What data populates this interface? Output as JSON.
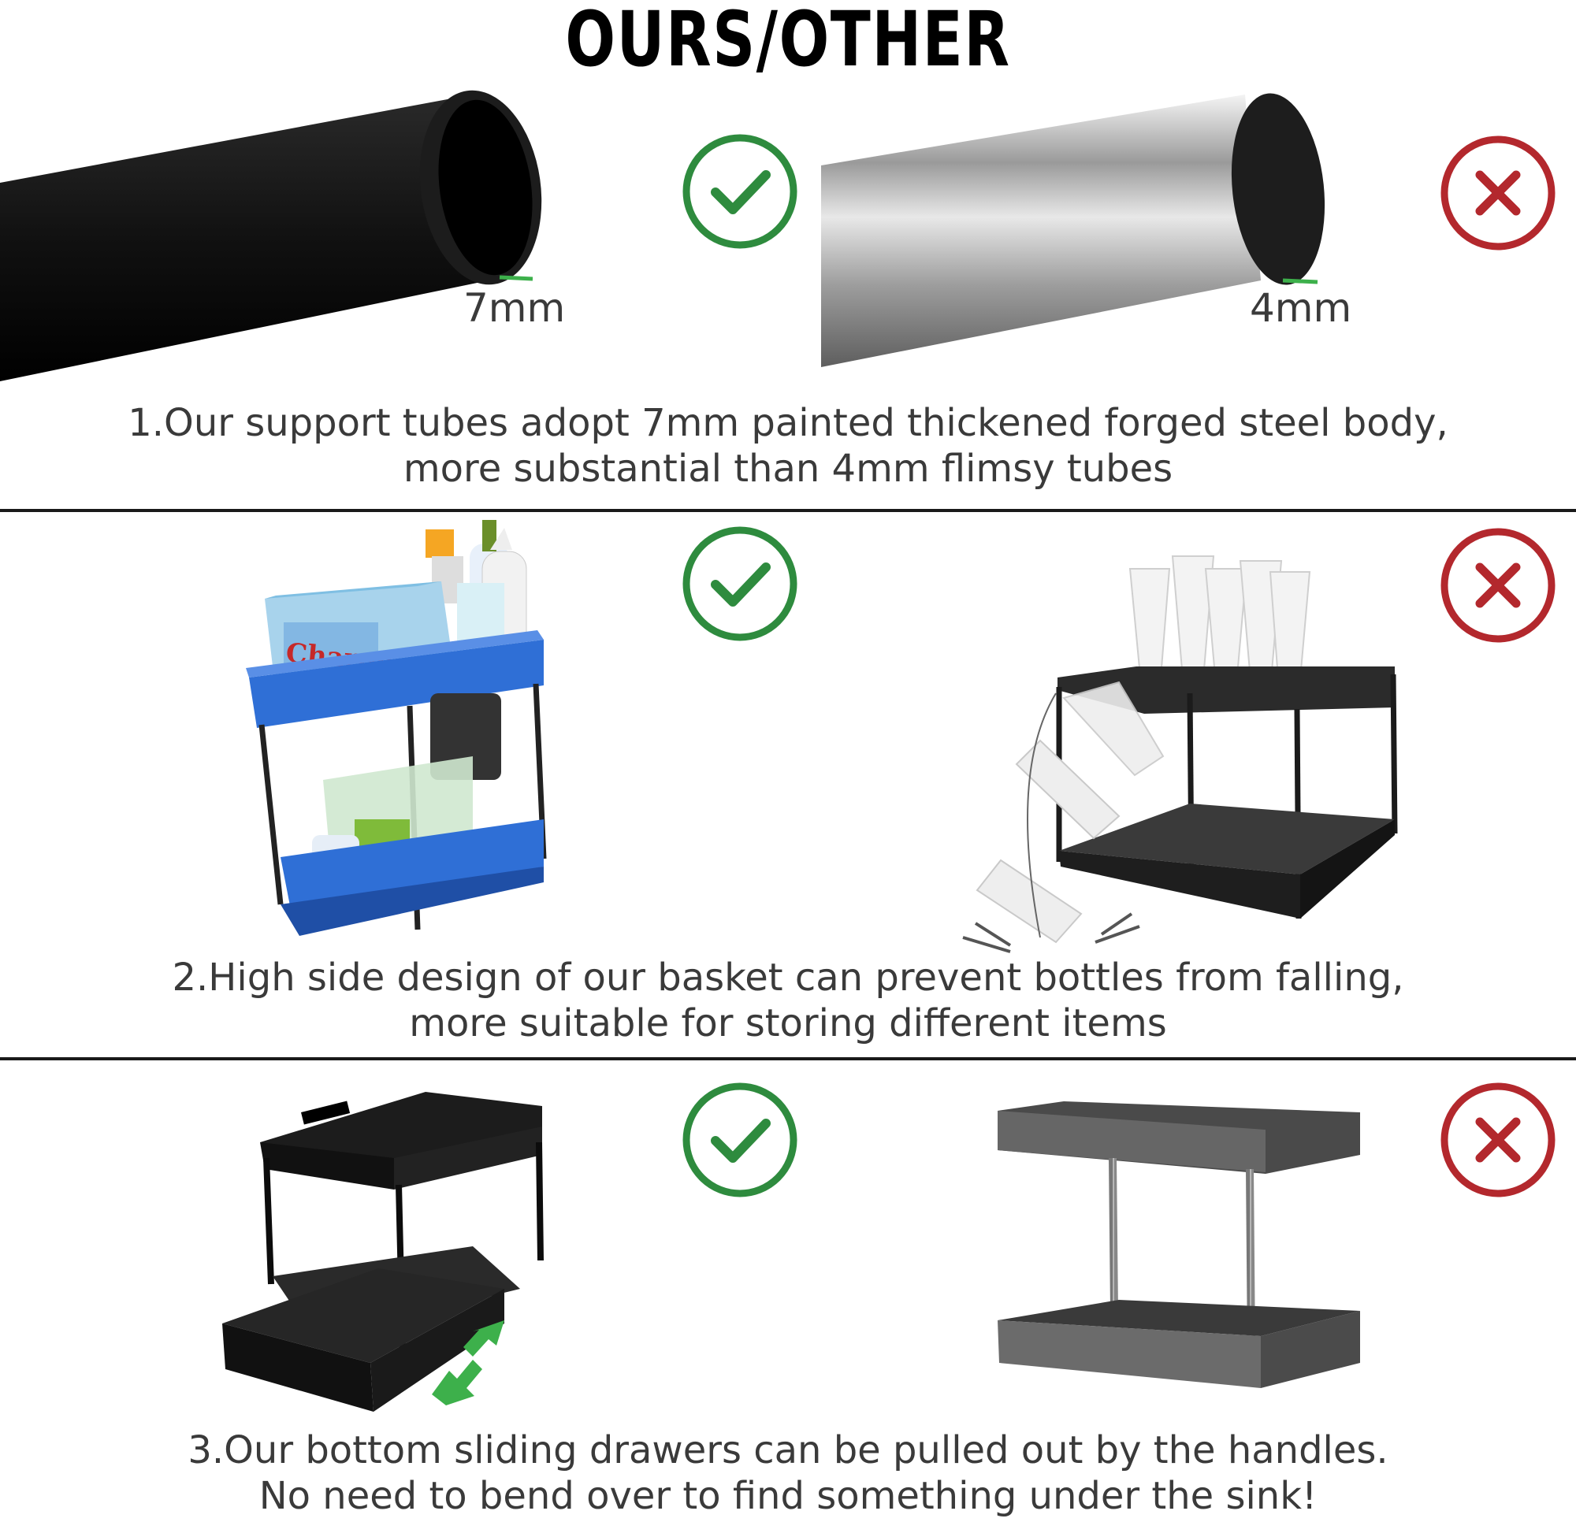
{
  "header": {
    "title": "OURS/OTHER"
  },
  "sections": [
    {
      "ours_label": "7mm",
      "other_label": "4mm",
      "line1": "1.Our support tubes adopt 7mm painted thickened forged steel body,",
      "line2": "more substantial than 4mm flimsy tubes"
    },
    {
      "ours_box_text": "Charge",
      "line1": "2.High side design of our basket can prevent bottles from falling,",
      "line2": "more suitable for storing different items"
    },
    {
      "line1": "3.Our bottom sliding drawers can be pulled out by the handles.",
      "line2": "No need to bend over to find something under the sink!"
    }
  ],
  "colors": {
    "check": "#2e8b3e",
    "cross": "#b3282d",
    "blue": "#2f6fd6",
    "green_arrow": "#3db04b"
  },
  "icons": {
    "check": "check-circle-icon",
    "cross": "x-circle-icon",
    "arrow": "double-arrow-icon"
  }
}
